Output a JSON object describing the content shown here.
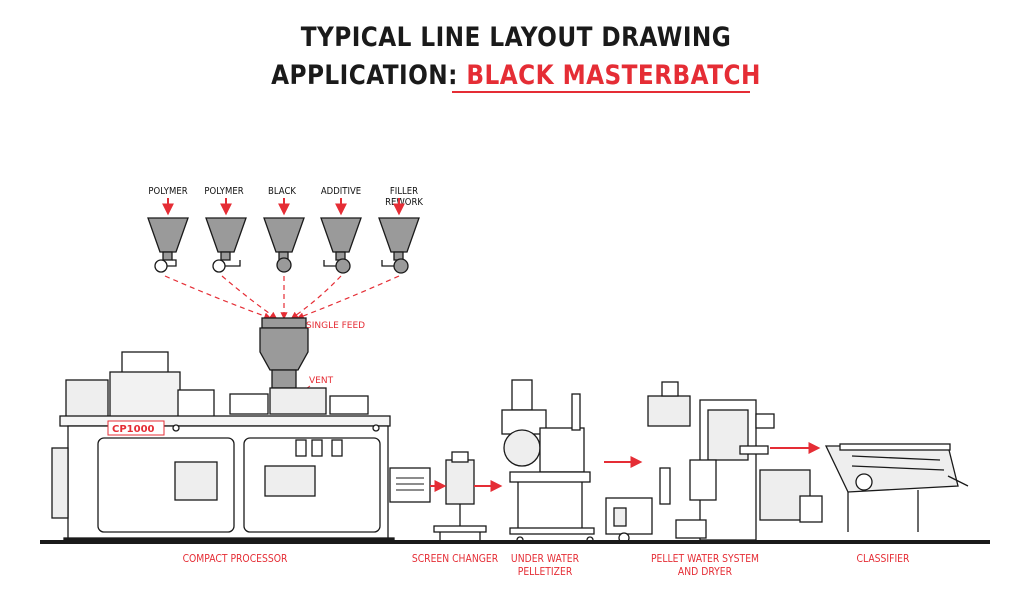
{
  "title": {
    "line1": "TYPICAL LINE LAYOUT DRAWING",
    "line2_prefix": "APPLICATION: ",
    "line2_highlight": "BLACK MASTERBATCH"
  },
  "feeders": [
    {
      "label": "POLYMER"
    },
    {
      "label": "POLYMER"
    },
    {
      "label": "BLACK"
    },
    {
      "label": "ADDITIVE"
    },
    {
      "label": "FILLER REWORK"
    }
  ],
  "annotations": {
    "single_feed": "SINGLE FEED",
    "vent": "VENT",
    "machine_badge": "CP1000"
  },
  "stations": {
    "compact_processor": "COMPACT PROCESSOR",
    "screen_changer": "SCREEN CHANGER",
    "pelletizer_line1": "UNDER WATER",
    "pelletizer_line2": "PELLETIZER",
    "dryer_line1": "PELLET WATER SYSTEM",
    "dryer_line2": "AND DRYER",
    "classifier": "CLASSIFIER"
  },
  "colors": {
    "accent": "#e52d35",
    "ink": "#1a1a1a",
    "hopper_fill": "#9a9a9a"
  }
}
